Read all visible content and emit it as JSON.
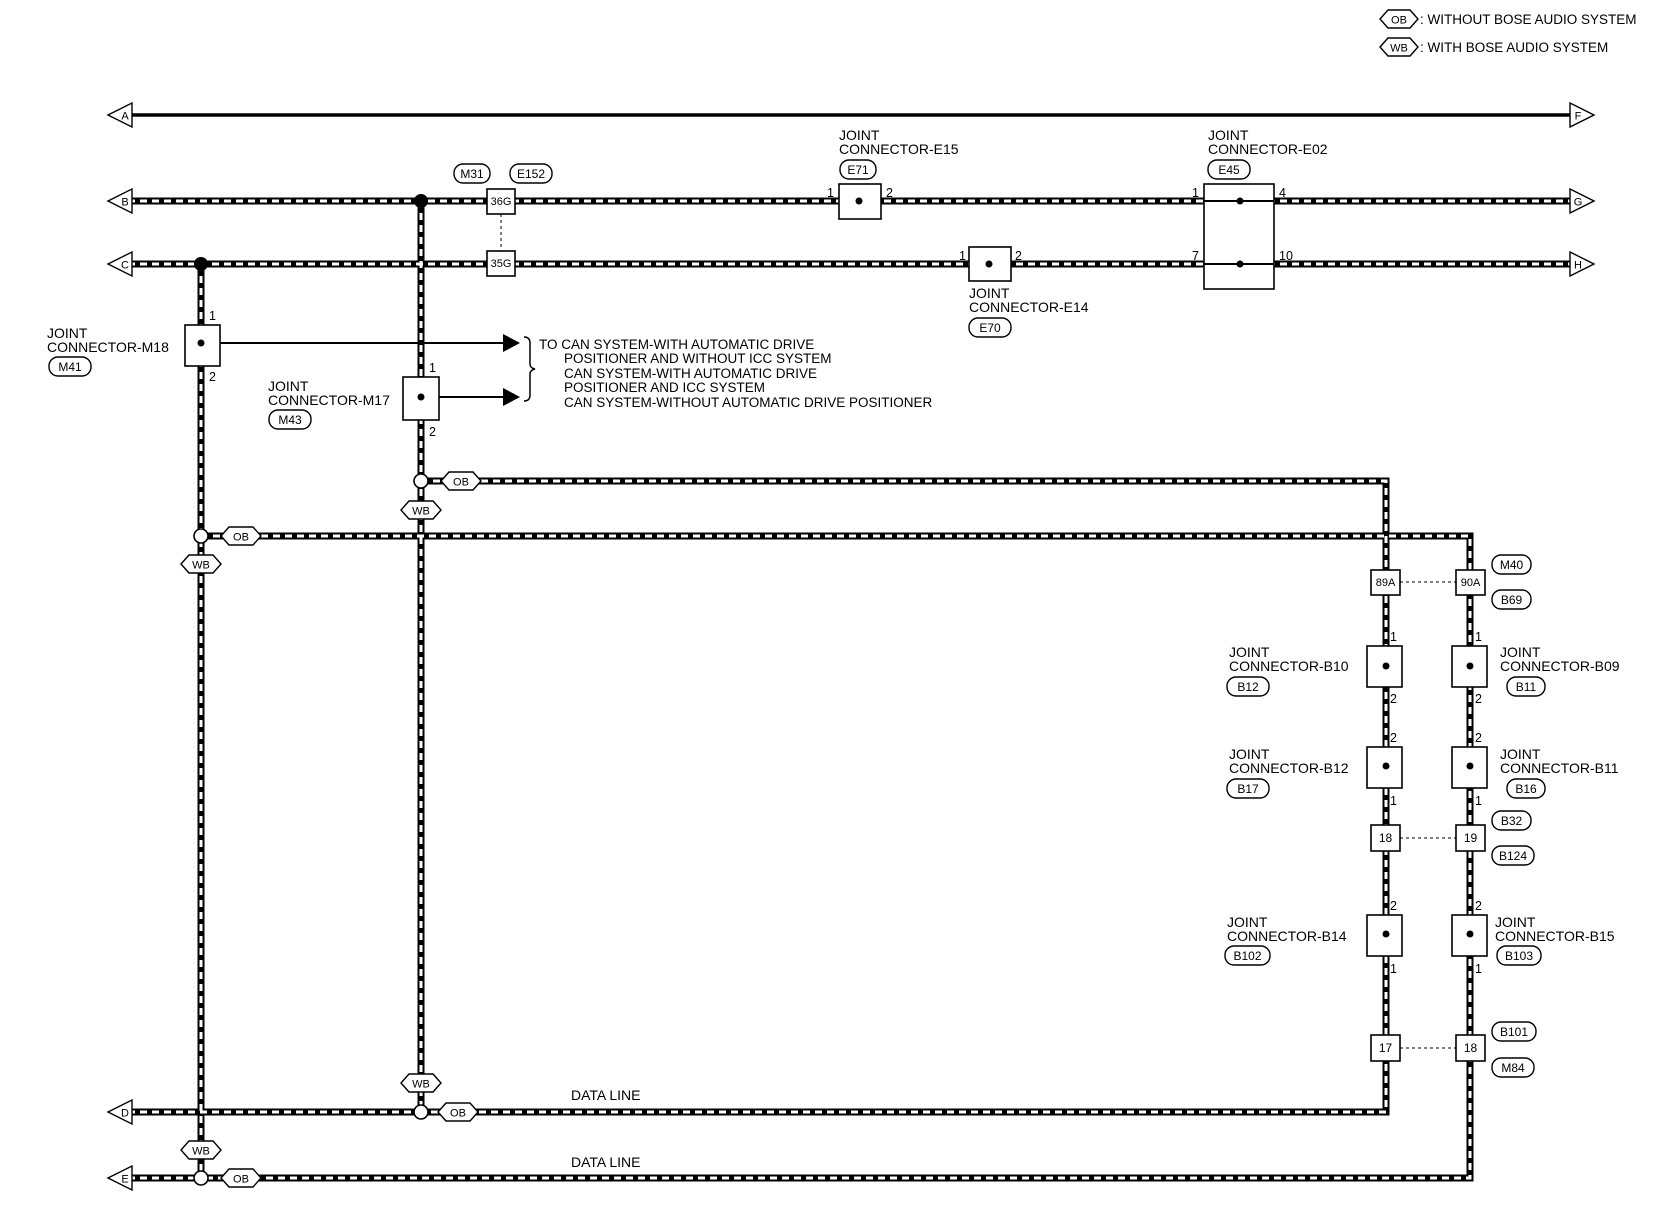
{
  "legend": [
    {
      "code": "OB",
      "text": ": WITHOUT BOSE AUDIO SYSTEM"
    },
    {
      "code": "WB",
      "text": ": WITH BOSE AUDIO SYSTEM"
    }
  ],
  "terminals": {
    "a": "A",
    "b": "B",
    "c": "C",
    "d": "D",
    "e": "E",
    "f": "F",
    "g": "G",
    "h": "H"
  },
  "codes": {
    "ob": "OB",
    "wb": "WB"
  },
  "joint_word": "JOINT",
  "connectors": {
    "e15": {
      "name": "CONNECTOR-E15",
      "tag": "E71",
      "pin_a": "1",
      "pin_b": "2"
    },
    "e02": {
      "name": "CONNECTOR-E02",
      "tag": "E45",
      "pin_tl": "1",
      "pin_tr": "4",
      "pin_bl": "7",
      "pin_br": "10"
    },
    "e14": {
      "name": "CONNECTOR-E14",
      "tag": "E70",
      "pin_a": "1",
      "pin_b": "2"
    },
    "m18": {
      "name": "CONNECTOR-M18",
      "tag": "M41",
      "pin_a": "1",
      "pin_b": "2"
    },
    "m17": {
      "name": "CONNECTOR-M17",
      "tag": "M43",
      "pin_a": "1",
      "pin_b": "2"
    },
    "b10": {
      "name": "CONNECTOR-B10",
      "tag": "B12",
      "pin_a": "1",
      "pin_b": "2"
    },
    "b09": {
      "name": "CONNECTOR-B09",
      "tag": "B11",
      "pin_a": "1",
      "pin_b": "2"
    },
    "b12": {
      "name": "CONNECTOR-B12",
      "tag": "B17",
      "pin_a": "2",
      "pin_b": "1"
    },
    "b11": {
      "name": "CONNECTOR-B11",
      "tag": "B16",
      "pin_a": "2",
      "pin_b": "1"
    },
    "b14": {
      "name": "CONNECTOR-B14",
      "tag": "B102",
      "pin_a": "2",
      "pin_b": "1"
    },
    "b15": {
      "name": "CONNECTOR-B15",
      "tag": "B103",
      "pin_a": "2",
      "pin_b": "1"
    }
  },
  "harness": {
    "m31_e152": {
      "tag_a": "M31",
      "tag_b": "E152",
      "pin_top": "36G",
      "pin_bot": "35G"
    },
    "m40_b69": {
      "tag_a": "M40",
      "tag_b": "B69",
      "pin_left": "89A",
      "pin_right": "90A"
    },
    "b32_b124": {
      "tag_a": "B32",
      "tag_b": "B124",
      "pin_left": "18",
      "pin_right": "19"
    },
    "b101_m84": {
      "tag_a": "B101",
      "tag_b": "M84",
      "pin_left": "17",
      "pin_right": "18"
    }
  },
  "can_note": [
    "TO CAN SYSTEM-WITH AUTOMATIC DRIVE",
    "POSITIONER AND WITHOUT ICC SYSTEM",
    "CAN SYSTEM-WITH AUTOMATIC DRIVE",
    "POSITIONER AND ICC SYSTEM",
    "CAN SYSTEM-WITHOUT AUTOMATIC DRIVE POSITIONER"
  ],
  "data_line_label": "DATA LINE"
}
